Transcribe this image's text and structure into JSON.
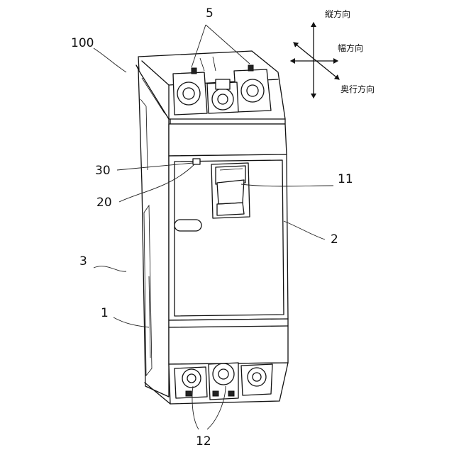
{
  "figure": {
    "labels": {
      "device": "100",
      "terminals_top": "5",
      "indicator_window": "30",
      "indicator": "20",
      "handle": "11",
      "cover": "2",
      "side_case": "3",
      "body": "1",
      "terminals_bottom": "12"
    },
    "direction_indicator": {
      "vertical": "縦方向",
      "width": "幅方向",
      "depth": "奥行方向"
    }
  }
}
